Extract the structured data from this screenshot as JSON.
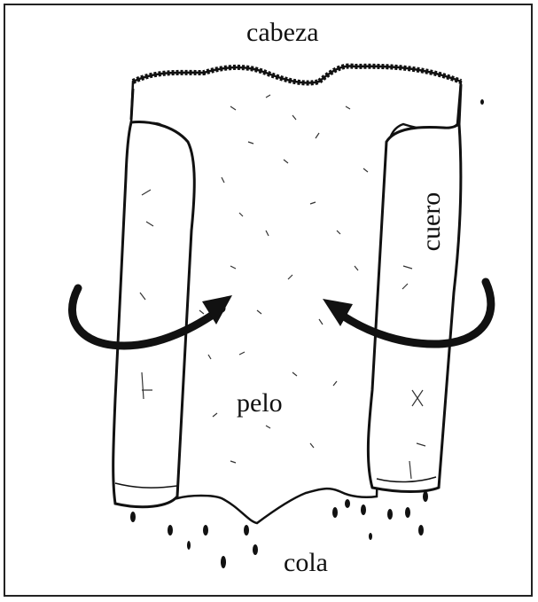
{
  "labels": {
    "head": "cabeza",
    "leather": "cuero",
    "hair": "pelo",
    "tail": "cola"
  },
  "colors": {
    "ink": "#111111",
    "paper": "#ffffff"
  }
}
